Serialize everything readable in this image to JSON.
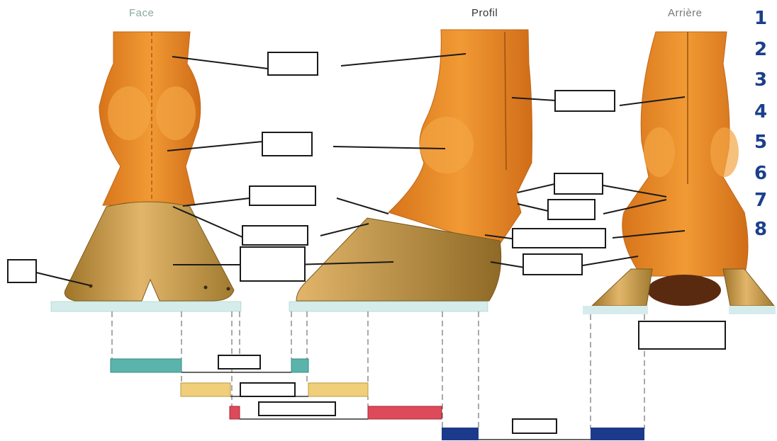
{
  "views": {
    "front_label": "Face",
    "profile_label": "Profil",
    "back_label": "Arrière"
  },
  "number_labels": [
    "1",
    "2",
    "3",
    "4",
    "5",
    "6",
    "7",
    "8"
  ],
  "colors": {
    "title_front": "#8aa89e",
    "title_profile": "#333333",
    "title_back": "#777777",
    "numbers": "#1c3f8c",
    "skin": "#e98a26",
    "hoof": "#b58a3a",
    "bar_teal": "#5bb4ac",
    "bar_yellow": "#f1cf7a",
    "bar_red": "#df4a5a",
    "bar_blue": "#1c3a8c"
  }
}
